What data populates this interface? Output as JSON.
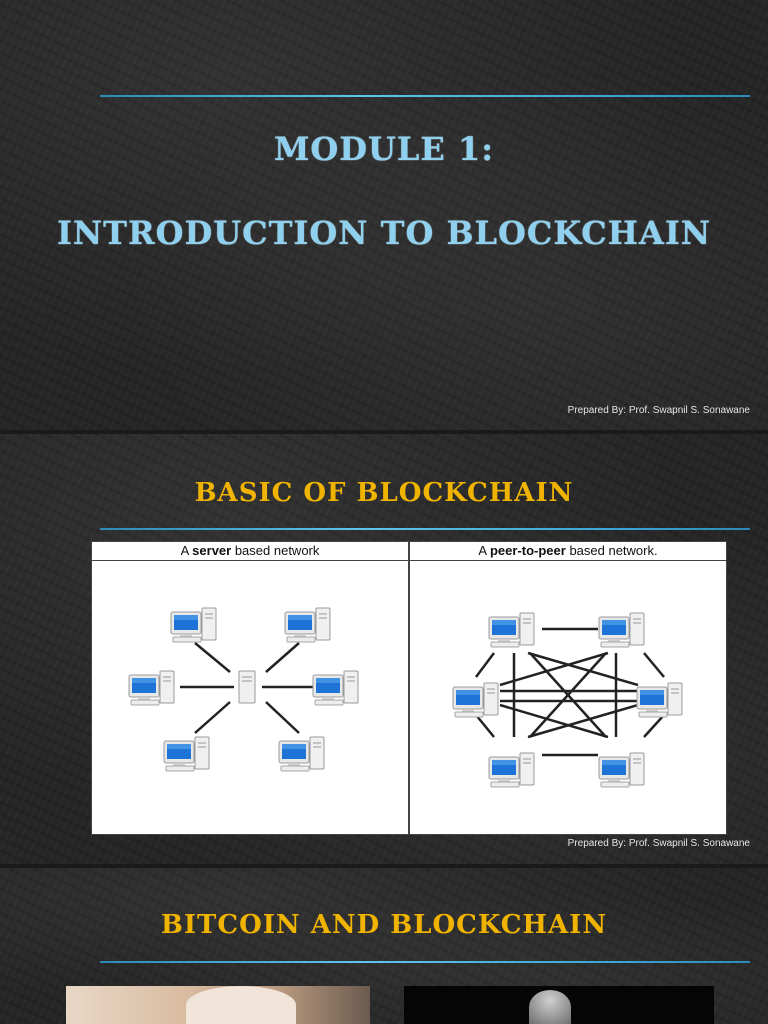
{
  "slide1": {
    "title_line1": "MODULE 1:",
    "title_line2": "INTRODUCTION TO BLOCKCHAIN",
    "credit": "Prepared By: Prof. Swapnil S. Sonawane"
  },
  "slide2": {
    "title": "BASIC OF BLOCKCHAIN",
    "left_panel": {
      "prefix": "A ",
      "bold": "server",
      "suffix": " based network"
    },
    "right_panel": {
      "prefix": "A ",
      "bold": "peer-to-peer",
      "suffix": " based network."
    },
    "credit": "Prepared By: Prof. Swapnil S. Sonawane"
  },
  "slide3": {
    "title": "BITCOIN AND BLOCKCHAIN"
  },
  "colors": {
    "title_blue": "#8fd0ef",
    "title_gold": "#f0b400",
    "rule": "#4bb5e3",
    "screen": "#1e73d6"
  }
}
